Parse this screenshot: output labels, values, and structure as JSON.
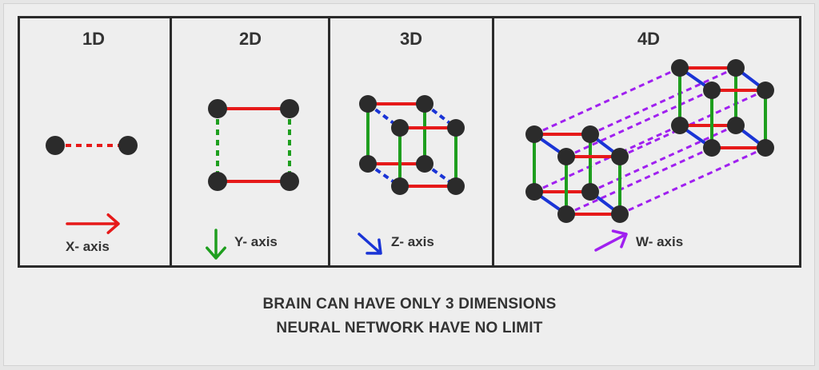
{
  "panels": [
    {
      "title": "1D",
      "axis_label": "X- axis"
    },
    {
      "title": "2D",
      "axis_label": "Y- axis"
    },
    {
      "title": "3D",
      "axis_label": "Z- axis"
    },
    {
      "title": "4D",
      "axis_label": "W- axis"
    }
  ],
  "caption": {
    "line1": "BRAIN CAN HAVE ONLY 3 DIMENSIONS",
    "line2": "NEURAL NETWORK HAVE NO LIMIT"
  },
  "colors": {
    "x_axis": "#e61919",
    "y_axis": "#1e9e1e",
    "z_axis": "#1a34d6",
    "w_axis": "#a020f0",
    "node": "#2b2b2b"
  }
}
